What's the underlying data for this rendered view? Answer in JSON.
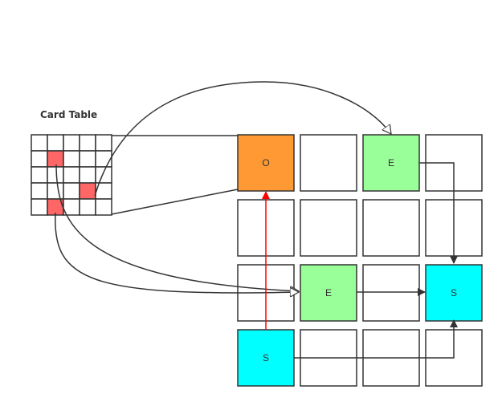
{
  "card_table": {
    "title": "Card Table",
    "rows": 5,
    "cols": 5,
    "dirty_cells": [
      [
        1,
        1
      ],
      [
        3,
        3
      ],
      [
        4,
        1
      ]
    ]
  },
  "heap": {
    "rows": 4,
    "cols": 4,
    "regions": [
      {
        "row": 0,
        "col": 0,
        "label": "O",
        "kind": "old"
      },
      {
        "row": 0,
        "col": 2,
        "label": "E",
        "kind": "eden"
      },
      {
        "row": 2,
        "col": 1,
        "label": "E",
        "kind": "eden"
      },
      {
        "row": 2,
        "col": 3,
        "label": "S",
        "kind": "survivor"
      },
      {
        "row": 3,
        "col": 0,
        "label": "S",
        "kind": "survivor"
      }
    ]
  },
  "colors": {
    "old": "#FF9933",
    "eden": "#99FF99",
    "survivor": "#00FFFF",
    "dirty_card": "#FF6666",
    "stroke": "#333333",
    "reference_arrow": "#FF0000"
  }
}
